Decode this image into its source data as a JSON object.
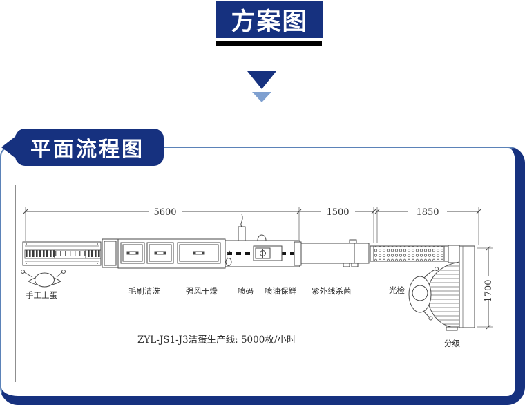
{
  "header": {
    "title": "方案图"
  },
  "flow_section": {
    "tag": "平面流程图"
  },
  "drawing": {
    "caption": "ZYL-JS1-J3洁蛋生产线: 5000枚/小时",
    "dimensions": {
      "d5600": "5600",
      "d1500": "1500",
      "d1850": "1850",
      "d1700": "1700"
    },
    "stations": [
      {
        "label": "手工上蛋"
      },
      {
        "label": "毛刷清洗"
      },
      {
        "label": "强风干燥"
      },
      {
        "label": "喷码"
      },
      {
        "label": "喷油保鲜"
      },
      {
        "label": "紫外线杀菌"
      },
      {
        "label": "光检"
      },
      {
        "label": "分级"
      }
    ]
  },
  "colors": {
    "navy": "#16317f",
    "light_blue": "#7fa0d0",
    "panel_border_blue": "#5b82b8",
    "underline_black": "#000000",
    "drawing_line_gray": "#4a4a4a"
  }
}
